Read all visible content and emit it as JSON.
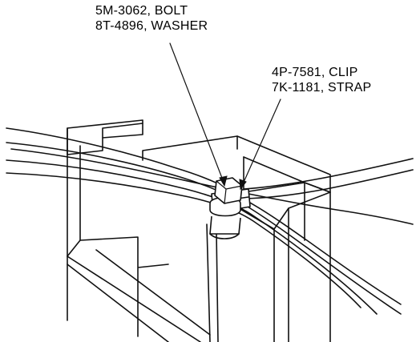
{
  "callouts": {
    "bolt_group": {
      "line1": "5M-3062, BOLT",
      "line2": "8T-4896, WASHER"
    },
    "clip_group": {
      "line1": "4P-7581, CLIP",
      "line2": "7K-1181, STRAP"
    }
  }
}
